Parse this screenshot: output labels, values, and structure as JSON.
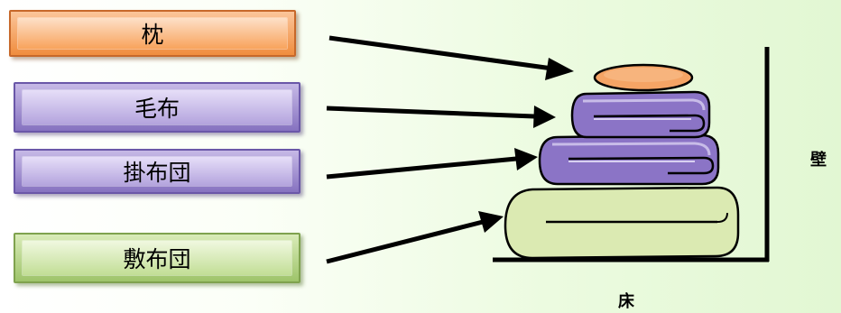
{
  "labels": {
    "pillow": "枕",
    "blanket": "毛布",
    "comforter": "掛布団",
    "mattress": "敷布団"
  },
  "axes": {
    "wall": "壁",
    "floor": "床"
  },
  "colors": {
    "pillow": "#f5a465",
    "blanket": "#8a74c4",
    "comforter": "#8a74c4",
    "mattress": "#d9e9b0",
    "arrow": "#000000"
  }
}
